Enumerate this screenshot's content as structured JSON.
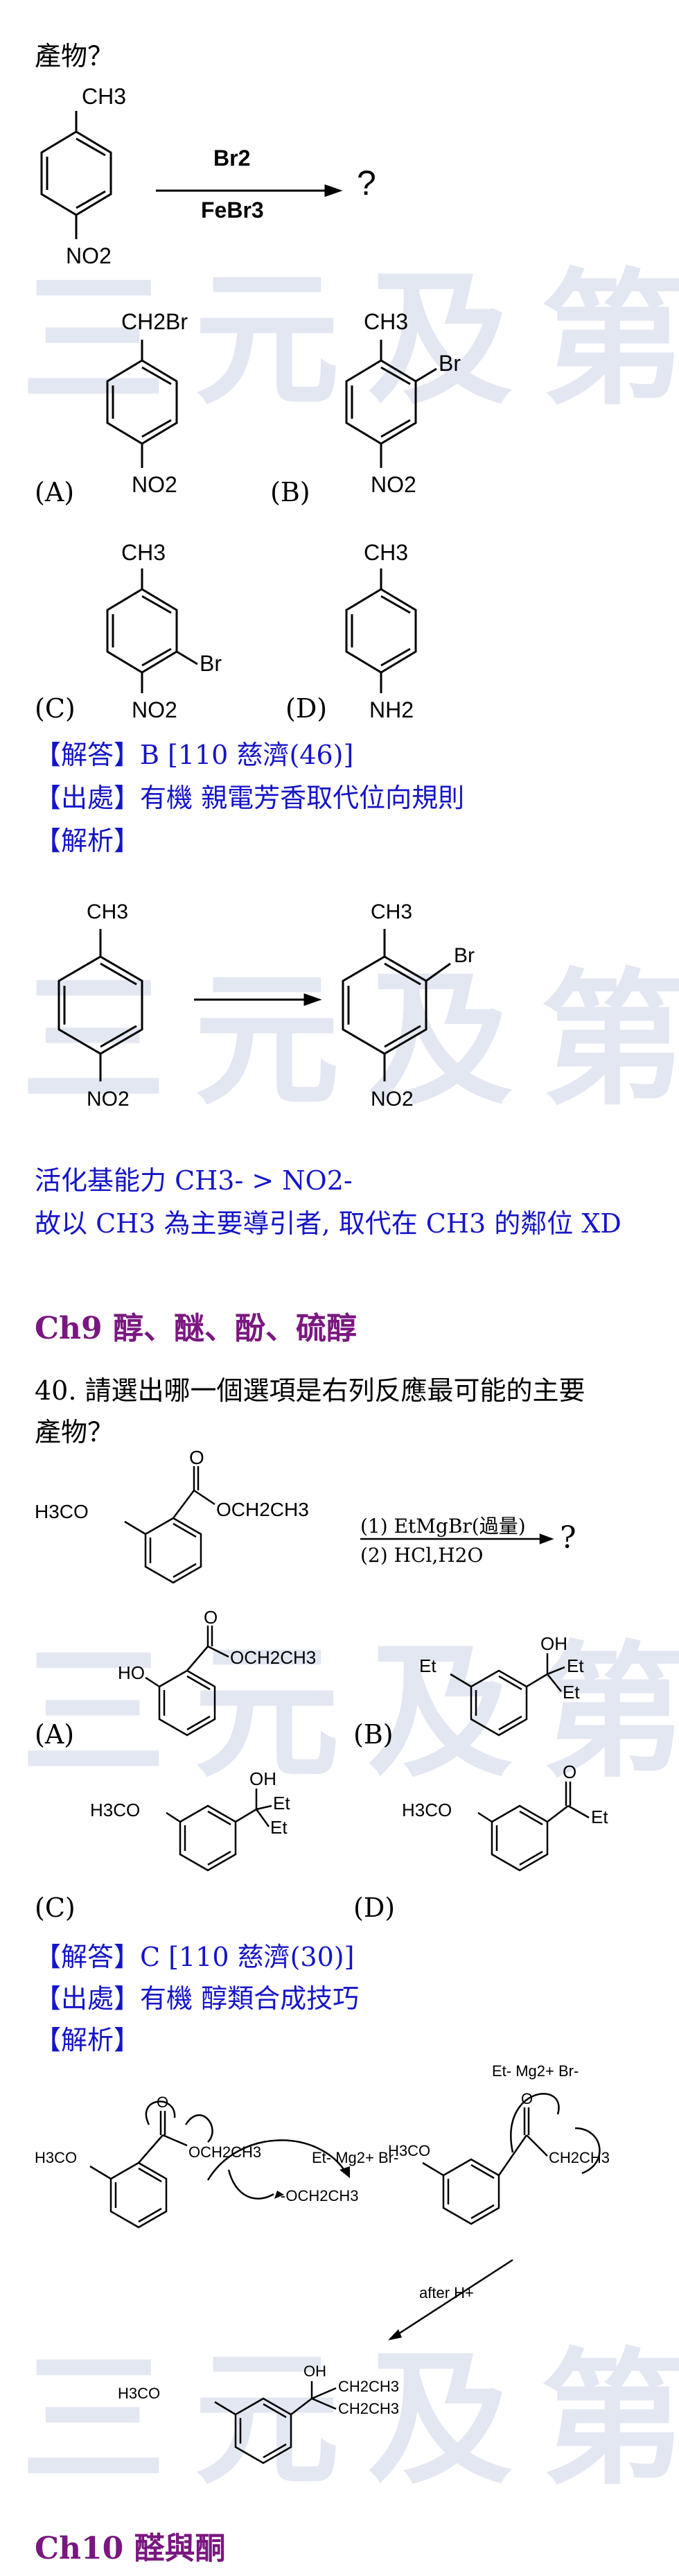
{
  "watermark": "三元及第",
  "q39": {
    "cont": "產物？",
    "reagent_top": "Br2",
    "reagent_bottom": "FeBr3",
    "q_mark": "?",
    "opt_a": "(A)",
    "opt_b": "(B)",
    "opt_c": "(C)",
    "opt_d": "(D)",
    "answer": "【解答】B [110 慈濟(46)]",
    "source": "【出處】有機 親電芳香取代位向規則",
    "analysis": "【解析】",
    "note1": "活化基能力 CH3- > NO2-",
    "note2": "故以 CH3 為主要導引者, 取代在 CH3 的鄰位 XD"
  },
  "ch9": "Ch9 醇、醚、酚、硫醇",
  "q40": {
    "line1": "40. 請選出哪一個選項是右列反應最可能的主要",
    "line2": "產物？",
    "reagent1": "(1) EtMgBr(過量)",
    "reagent2": "(2) HCl,H2O",
    "q_mark": "?",
    "opt_a": "(A)",
    "opt_b": "(B)",
    "opt_c": "(C)",
    "opt_d": "(D)",
    "answer": "【解答】C [110 慈濟(30)]",
    "source": "【出處】有機 醇類合成技巧",
    "analysis": "【解析】",
    "after_h": "after H+"
  },
  "ch10": "Ch10 醛與酮",
  "labels": {
    "ch3": "CH3",
    "no2": "NO2",
    "nh2": "NH2",
    "br": "Br",
    "ch2br": "CH2Br",
    "h3co": "H3CO",
    "och2ch3": "OCH2CH3",
    "ho": "HO",
    "oh": "OH",
    "et": "Et",
    "o": "O",
    "grignard": "Et- Mg2+ Br-",
    "ethoxide": "-OCH2CH3",
    "ch2ch3": "CH2CH3"
  },
  "colors": {
    "blue_text": "#1515c8",
    "chapter": "#7a1780",
    "watermark": "#e3e7f1"
  }
}
